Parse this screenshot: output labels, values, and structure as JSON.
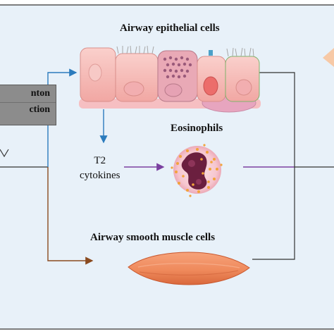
{
  "labels": {
    "airway_epithelial_cells": "Airway epithelial cells",
    "eosinophils": "Eosinophils",
    "t2_line1": "T2",
    "t2_line2": "cytokines",
    "airway_smooth_muscle_cells": "Airway smooth muscle cells"
  },
  "left_box": {
    "line1": "nton",
    "line2": "ction"
  },
  "colors": {
    "background": "#e8f1f9",
    "frame": "#555555",
    "arrow_blue": "#2b7bbd",
    "arrow_purple": "#7a3fa0",
    "arrow_brown": "#8a4a1f",
    "left_box_fill": "#8c8c8c",
    "epithelium_pink": "#f4b3b0",
    "muscle_orange": "#ef8a5c",
    "eosinophil_nucleus": "#6b1f3f",
    "eosinophil_granule": "#f2a33a"
  }
}
